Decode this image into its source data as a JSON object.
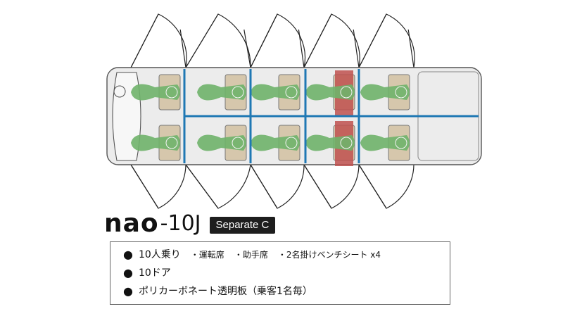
{
  "title": {
    "model_name": "nao",
    "model_code": "-10J",
    "variant": "Separate C"
  },
  "specs": {
    "capacity": "10人乗り",
    "seat_items": [
      "・運転席",
      "・助手席",
      "・2名掛けベンチシート x4"
    ],
    "doors": "10ドア",
    "partition": "ポリカーボネート透明板（乗客1名毎）"
  },
  "colors": {
    "seat": "#6fb36a",
    "seat_highlight": "#c0514f",
    "seat_base": "#d6c7ac",
    "partition": "#1f78b4",
    "vehicle_fill": "#ececec",
    "outline": "#555555"
  }
}
